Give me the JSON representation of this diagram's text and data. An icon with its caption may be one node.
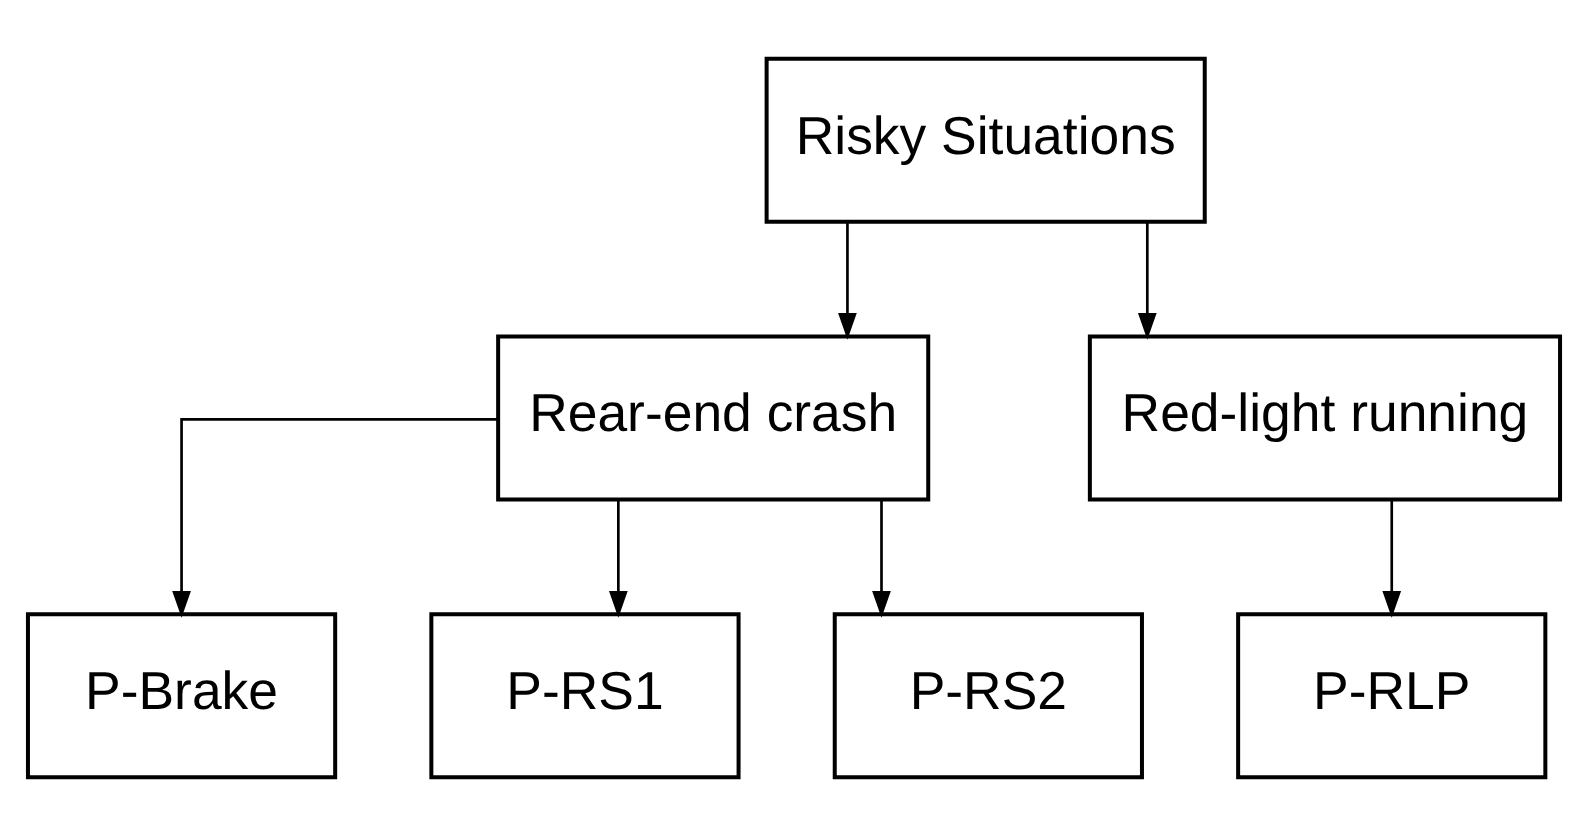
{
  "diagram": {
    "nodes": [
      {
        "text": [
          "Risky Situations"
        ]
      },
      {
        "text": [
          "Rear-end crash"
        ]
      },
      {
        "text": [
          "Red-light running"
        ]
      },
      {
        "text": [
          "P-Brake"
        ]
      },
      {
        "text": [
          "P-RS1"
        ]
      },
      {
        "text": [
          "P-RS2"
        ]
      },
      {
        "text": [
          "P-RLP"
        ]
      }
    ],
    "edges": [
      {
        "from": 0,
        "to": 1,
        "arrow": "to"
      },
      {
        "from": 0,
        "to": 2,
        "arrow": "to"
      },
      {
        "from": 1,
        "to": 3,
        "arrow": "to"
      },
      {
        "from": 1,
        "to": 4,
        "arrow": "to"
      },
      {
        "from": 1,
        "to": 5,
        "arrow": "to"
      },
      {
        "from": 2,
        "to": 6,
        "arrow": "to"
      }
    ]
  }
}
